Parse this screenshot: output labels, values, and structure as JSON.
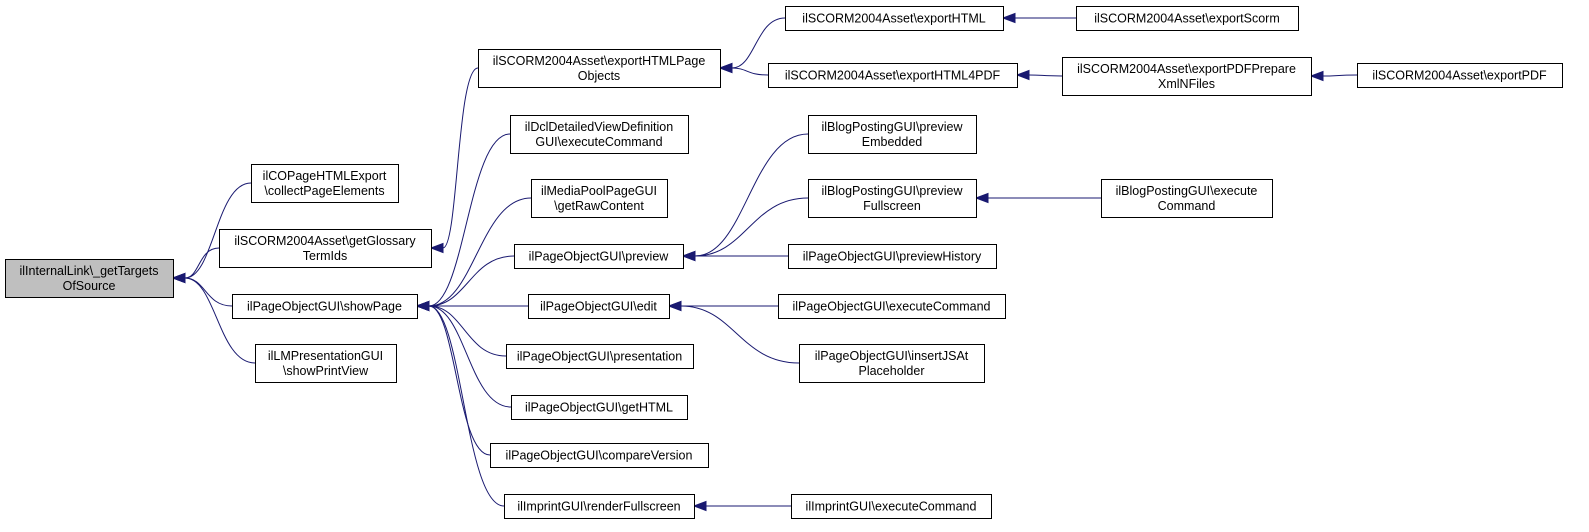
{
  "diagram": {
    "nodes": [
      {
        "id": "root",
        "lines": [
          "ilInternalLink\\_getTargets",
          "OfSource"
        ],
        "root": true
      },
      {
        "id": "copage",
        "lines": [
          "ilCOPageHTMLExport",
          "\\collectPageElements"
        ]
      },
      {
        "id": "glossary",
        "lines": [
          "ilSCORM2004Asset\\getGlossary",
          "TermIds"
        ]
      },
      {
        "id": "showpage",
        "lines": [
          "ilPageObjectGUI\\showPage"
        ]
      },
      {
        "id": "lmpres",
        "lines": [
          "ilLMPresentationGUI",
          "\\showPrintView"
        ]
      },
      {
        "id": "exphtmlpage",
        "lines": [
          "ilSCORM2004Asset\\exportHTMLPage",
          "Objects"
        ]
      },
      {
        "id": "dcl",
        "lines": [
          "ilDclDetailedViewDefinition",
          "GUI\\executeCommand"
        ]
      },
      {
        "id": "mediapool",
        "lines": [
          "ilMediaPoolPageGUI",
          "\\getRawContent"
        ]
      },
      {
        "id": "preview",
        "lines": [
          "ilPageObjectGUI\\preview"
        ]
      },
      {
        "id": "edit",
        "lines": [
          "ilPageObjectGUI\\edit"
        ]
      },
      {
        "id": "presentation",
        "lines": [
          "ilPageObjectGUI\\presentation"
        ]
      },
      {
        "id": "gethtml",
        "lines": [
          "ilPageObjectGUI\\getHTML"
        ]
      },
      {
        "id": "compare",
        "lines": [
          "ilPageObjectGUI\\compareVersion"
        ]
      },
      {
        "id": "imprint",
        "lines": [
          "ilImprintGUI\\renderFullscreen"
        ]
      },
      {
        "id": "exphtml",
        "lines": [
          "ilSCORM2004Asset\\exportHTML"
        ]
      },
      {
        "id": "exphtml4pdf",
        "lines": [
          "ilSCORM2004Asset\\exportHTML4PDF"
        ]
      },
      {
        "id": "blogemb",
        "lines": [
          "ilBlogPostingGUI\\preview",
          "Embedded"
        ]
      },
      {
        "id": "blogfull",
        "lines": [
          "ilBlogPostingGUI\\preview",
          "Fullscreen"
        ]
      },
      {
        "id": "prevhist",
        "lines": [
          "ilPageObjectGUI\\previewHistory"
        ]
      },
      {
        "id": "pogexec",
        "lines": [
          "ilPageObjectGUI\\executeCommand"
        ]
      },
      {
        "id": "insertjs",
        "lines": [
          "ilPageObjectGUI\\insertJSAt",
          "Placeholder"
        ]
      },
      {
        "id": "imprintexec",
        "lines": [
          "ilImprintGUI\\executeCommand"
        ]
      },
      {
        "id": "expscorm",
        "lines": [
          "ilSCORM2004Asset\\exportScorm"
        ]
      },
      {
        "id": "exppdfprep",
        "lines": [
          "ilSCORM2004Asset\\exportPDFPrepare",
          "XmlNFiles"
        ]
      },
      {
        "id": "blogexec",
        "lines": [
          "ilBlogPostingGUI\\execute",
          "Command"
        ]
      },
      {
        "id": "exppdf",
        "lines": [
          "ilSCORM2004Asset\\exportPDF"
        ]
      }
    ],
    "edges": [
      {
        "from": "copage",
        "to": "root"
      },
      {
        "from": "glossary",
        "to": "root"
      },
      {
        "from": "showpage",
        "to": "root"
      },
      {
        "from": "lmpres",
        "to": "root"
      },
      {
        "from": "exphtmlpage",
        "to": "glossary"
      },
      {
        "from": "dcl",
        "to": "showpage"
      },
      {
        "from": "mediapool",
        "to": "showpage"
      },
      {
        "from": "preview",
        "to": "showpage"
      },
      {
        "from": "edit",
        "to": "showpage"
      },
      {
        "from": "presentation",
        "to": "showpage"
      },
      {
        "from": "gethtml",
        "to": "showpage"
      },
      {
        "from": "compare",
        "to": "showpage"
      },
      {
        "from": "imprint",
        "to": "showpage"
      },
      {
        "from": "exphtml",
        "to": "exphtmlpage"
      },
      {
        "from": "exphtml4pdf",
        "to": "exphtmlpage"
      },
      {
        "from": "blogemb",
        "to": "preview"
      },
      {
        "from": "blogfull",
        "to": "preview"
      },
      {
        "from": "prevhist",
        "to": "preview"
      },
      {
        "from": "pogexec",
        "to": "edit"
      },
      {
        "from": "insertjs",
        "to": "edit"
      },
      {
        "from": "imprintexec",
        "to": "imprint"
      },
      {
        "from": "expscorm",
        "to": "exphtml"
      },
      {
        "from": "exppdfprep",
        "to": "exphtml4pdf"
      },
      {
        "from": "blogexec",
        "to": "blogfull"
      },
      {
        "from": "exppdf",
        "to": "exppdfprep"
      }
    ]
  }
}
